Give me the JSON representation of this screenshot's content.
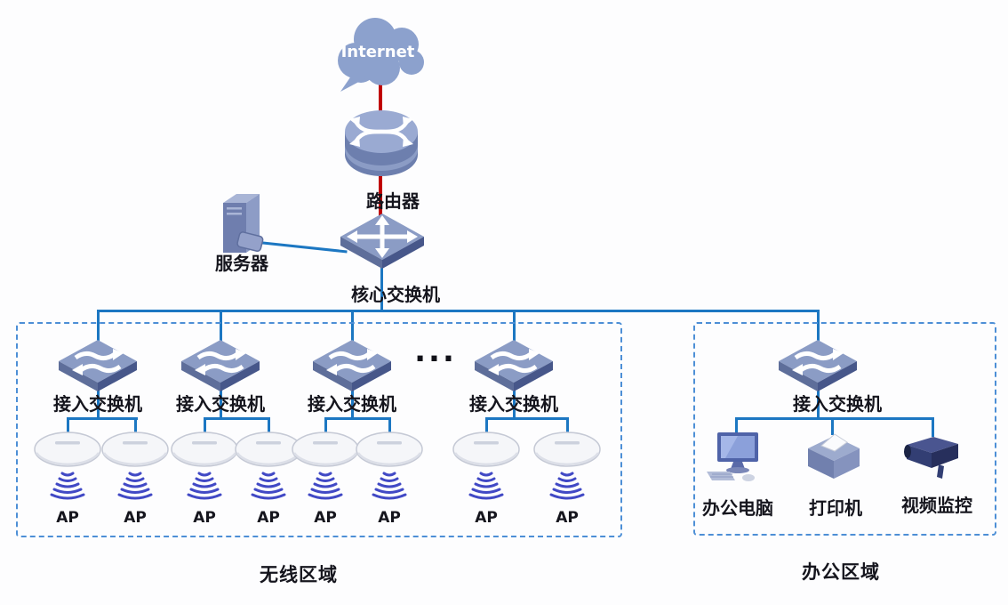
{
  "internet": {
    "label": "Internet"
  },
  "router": {
    "label": "路由器"
  },
  "server": {
    "label": "服务器"
  },
  "core_switch": {
    "label": "核心交换机"
  },
  "ellipsis": "...",
  "wireless_zone": {
    "label": "无线区域",
    "switches": [
      {
        "label": "接入交换机"
      },
      {
        "label": "接入交换机"
      },
      {
        "label": "接入交换机"
      },
      {
        "label": "接入交换机"
      }
    ],
    "aps": [
      {
        "label": "AP"
      },
      {
        "label": "AP"
      },
      {
        "label": "AP"
      },
      {
        "label": "AP"
      },
      {
        "label": "AP"
      },
      {
        "label": "AP"
      },
      {
        "label": "AP"
      },
      {
        "label": "AP"
      }
    ]
  },
  "office_zone": {
    "label": "办公区域",
    "switch": {
      "label": "接入交换机"
    },
    "devices": [
      {
        "label": "办公电脑"
      },
      {
        "label": "打印机"
      },
      {
        "label": "视频监控"
      }
    ]
  },
  "colors": {
    "link_blue": "#1c77c2",
    "link_red": "#c00000",
    "zone_border": "#4d8fd6",
    "node_top": "#8b9cc5",
    "node_side_dark": "#47578a",
    "wifi_signal": "#4149c5",
    "cloud_fill": "#8ca1cd",
    "label_text": "#15151d"
  }
}
